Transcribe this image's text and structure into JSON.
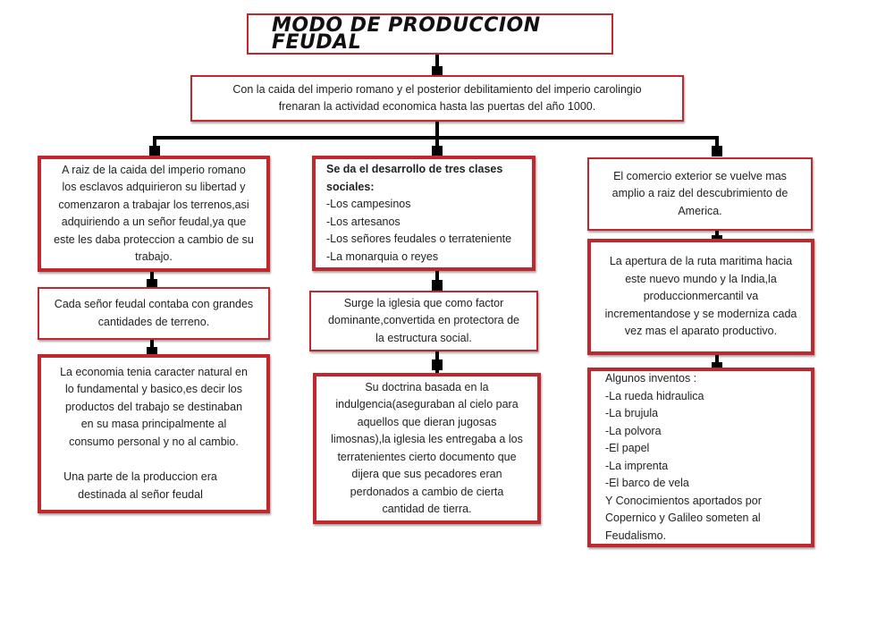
{
  "title": "MODO DE PRODUCCION FEUDAL",
  "intro": [
    "Con la caida del imperio romano y el posterior debilitamiento del imperio carolingio",
    "frenaran la actividad economica hasta las puertas del año 1000."
  ],
  "left": {
    "box1": [
      "A raiz de la caida del imperio romano",
      "los esclavos adquirieron su libertad y",
      "comenzaron a trabajar los terrenos,asi",
      "adquiriendo a un señor feudal,ya que",
      "este les daba proteccion a cambio de su",
      "trabajo."
    ],
    "box2": [
      "Cada señor feudal contaba con grandes",
      "cantidades de terreno."
    ],
    "box3_a": [
      "La economia tenia caracter natural en",
      "lo fundamental y basico,es decir los",
      "productos del trabajo se destinaban",
      "en su masa principalmente al",
      "consumo personal y no al cambio."
    ],
    "box3_b": [
      "Una parte de la produccion era",
      "destinada al señor feudal"
    ]
  },
  "middle": {
    "box1_heading": [
      "Se da el desarrollo de tres clases",
      "sociales:"
    ],
    "box1_items": [
      "-Los campesinos",
      "-Los artesanos",
      "-Los señores feudales o terrateniente",
      "-La monarquia o reyes"
    ],
    "box2": [
      "Surge la iglesia que como factor",
      "dominante,convertida en protectora de",
      "la estructura social."
    ],
    "box3": [
      "Su doctrina basada en la",
      "indulgencia(aseguraban al cielo para",
      "aquellos que dieran jugosas",
      "limosnas),la iglesia les entregaba a los",
      "terratenientes cierto documento que",
      "dijera que sus pecadores eran",
      "perdonados a cambio de cierta",
      "cantidad de tierra."
    ]
  },
  "right": {
    "box1": [
      "El comercio exterior se vuelve mas",
      "amplio a raiz del descubrimiento de",
      "America."
    ],
    "box2": [
      "La apertura de la ruta maritima hacia",
      "este nuevo mundo y la India,la",
      "produccionmercantil va",
      "incrementandose y se moderniza cada",
      "vez mas el aparato productivo."
    ],
    "box3": [
      "Algunos inventos :",
      "-La rueda hidraulica",
      "-La brujula",
      "-La polvora",
      "-El papel",
      "-La imprenta",
      "-El barco de vela",
      "Y Conocimientos aportados por",
      "Copernico y Galileo someten al",
      "Feudalismo."
    ]
  }
}
